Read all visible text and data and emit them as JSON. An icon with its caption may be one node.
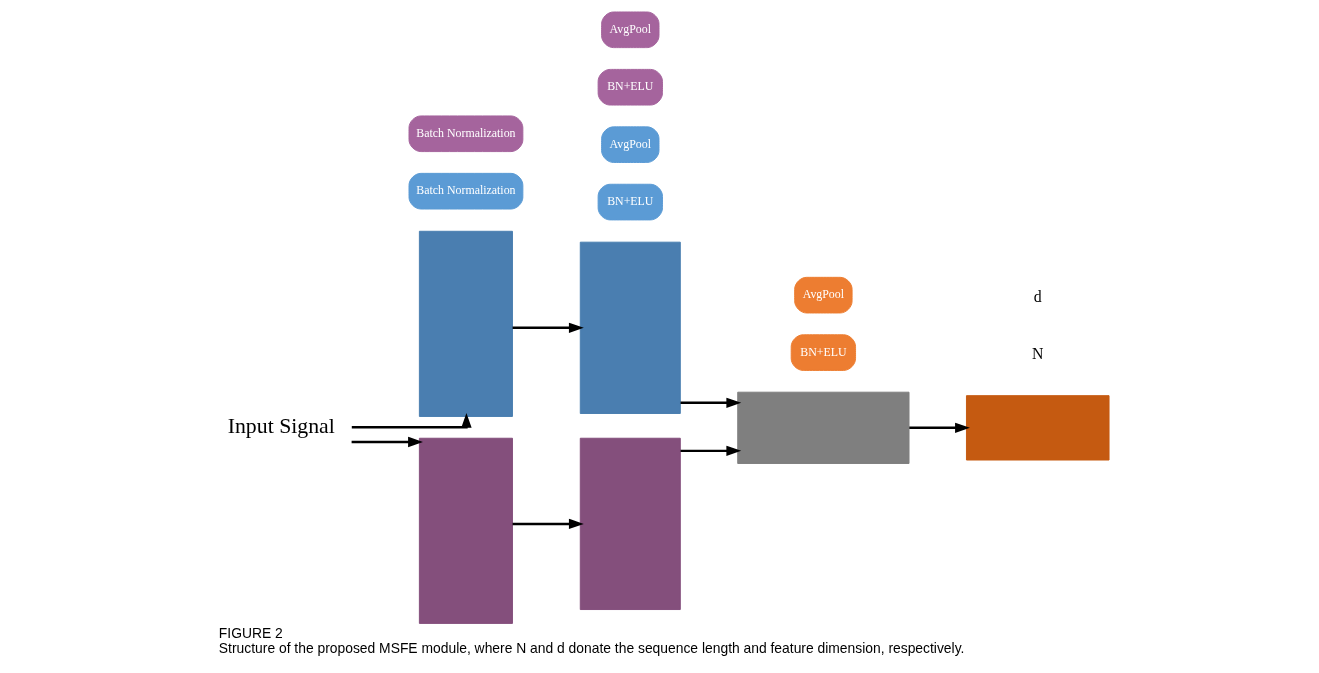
{
  "diagram": {
    "title": "FIGURE 2",
    "caption": "Structure of the proposed MSFE module, where N and d donate the sequence length and feature dimension, respectively.",
    "nodes": [
      {
        "text": [
          "Input Signal"
        ]
      },
      {
        "text": [],
        "shape": "box"
      },
      {
        "text": [
          "Batch Normalization"
        ]
      },
      {
        "text": [],
        "shape": "box"
      },
      {
        "text": [
          "BN+ELU"
        ]
      },
      {
        "text": [
          "AvgPool"
        ]
      },
      {
        "text": [],
        "shape": "box"
      },
      {
        "text": [
          "Batch Normalization"
        ]
      },
      {
        "text": [],
        "shape": "box"
      },
      {
        "text": [
          "BN+ELU"
        ]
      },
      {
        "text": [
          "AvgPool"
        ]
      },
      {
        "text": [],
        "shape": "box"
      },
      {
        "text": [
          "BN+ELU"
        ]
      },
      {
        "text": [
          "AvgPool"
        ]
      },
      {
        "text": [],
        "shape": "box"
      }
    ],
    "edges": [
      {
        "from": 0,
        "to": 1,
        "arrow": "to"
      },
      {
        "from": 0,
        "to": 6,
        "arrow": "to"
      },
      {
        "from": 1,
        "to": 3,
        "arrow": "to"
      },
      {
        "from": 6,
        "to": 8,
        "arrow": "to"
      },
      {
        "from": 3,
        "to": 11,
        "arrow": "to"
      },
      {
        "from": 8,
        "to": 11,
        "arrow": "to"
      },
      {
        "from": 11,
        "to": 14,
        "arrow": "to"
      }
    ],
    "labels": [
      "N",
      "d"
    ]
  }
}
